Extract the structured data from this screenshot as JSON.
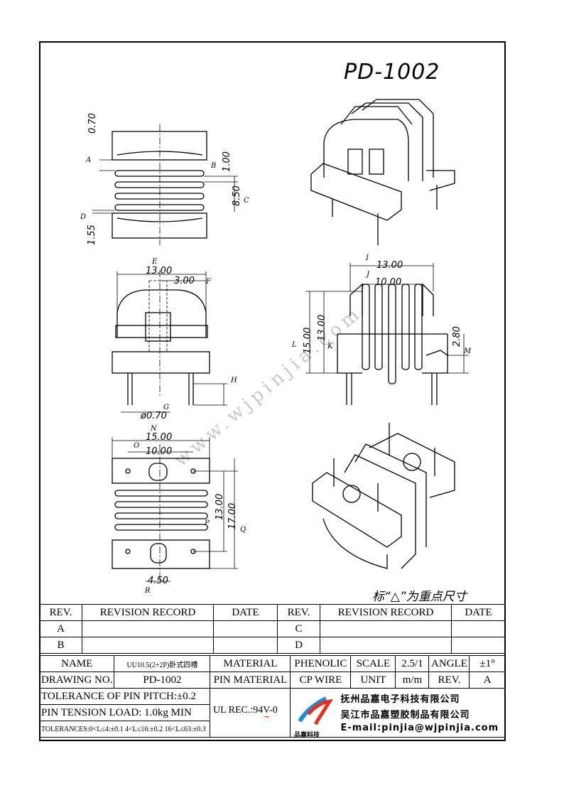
{
  "title": "PD-1002",
  "watermark": "www.wjpinjia.com",
  "note": "标“△”为重点尺寸",
  "dimensions": {
    "top_view": [
      "0.70",
      "1.00",
      "8.50",
      "1.55"
    ],
    "front_view": [
      "13.00",
      "3.00",
      "ø0.70"
    ],
    "side_view": [
      "13.00",
      "10.00",
      "15.00",
      "13.00",
      "2.80"
    ],
    "bottom_view": [
      "15.00",
      "10.00",
      "13.00",
      "17.00",
      "4.50"
    ]
  },
  "markers": {
    "top_view": [
      "A",
      "B",
      "C",
      "D"
    ],
    "front_view": [
      "E",
      "F",
      "G",
      "H"
    ],
    "side_view": [
      "I",
      "J",
      "K",
      "L",
      "M"
    ],
    "bottom_view": [
      "N",
      "O",
      "P",
      "Q",
      "R"
    ]
  },
  "revision_table": {
    "headers": [
      "REV.",
      "REVISION RECORD",
      "DATE",
      "REV.",
      "REVISION RECORD",
      "DATE"
    ],
    "rows": [
      [
        "A",
        "",
        "",
        "C",
        "",
        ""
      ],
      [
        "B",
        "",
        "",
        "D",
        "",
        ""
      ]
    ]
  },
  "spec": {
    "name_label": "NAME",
    "name_value": "UU10.5(2+2P)卧式四槽",
    "material_label": "MATERIAL",
    "material_value": "PHENOLIC",
    "scale_label": "SCALE",
    "scale_value": "2.5/1",
    "angle_label": "ANGLE",
    "angle_value": "±1°",
    "drawing_label": "DRAWING NO.",
    "drawing_value": "PD-1002",
    "pin_material_label": "PIN MATERIAL",
    "pin_material_value": "CP WIRE",
    "unit_label": "UNIT",
    "unit_value": "m/m",
    "rev_label": "REV.",
    "rev_value": "A",
    "tolerance_pitch": "TOLERANCE OF PIN PITCH:±0.2",
    "pin_tension": "PIN TENSION LOAD: 1.0kg  MIN",
    "ul_rec": "UL REC.:94V-0",
    "tolerances": "TOLERANCES:0<L≤4:±0.1 4<L≤16:±0.2 16<L≤63:±0.3",
    "company_1": "抚州品嘉电子科技有限公司",
    "company_2": "吴江市品嘉塑胶制品有限公司",
    "email": "E-mail:pinjia@wjpinjia.com",
    "logo_text": "品嘉科技"
  }
}
